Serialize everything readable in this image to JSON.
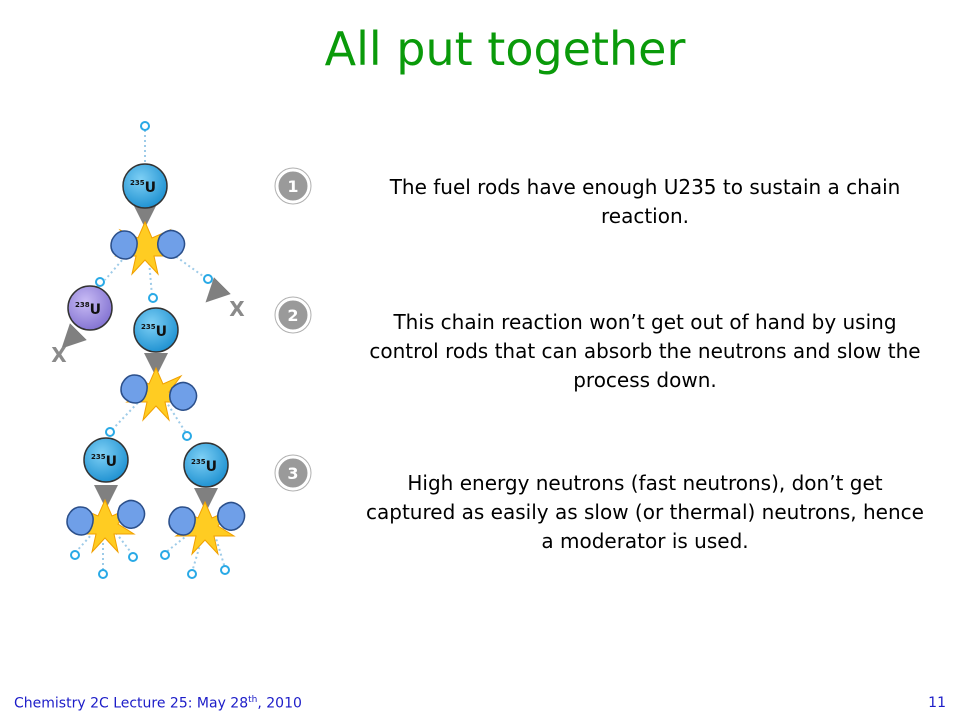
{
  "slide": {
    "title": "All put together",
    "steps": [
      {
        "number": "1",
        "text": "The fuel rods have enough U235 to sustain a chain reaction."
      },
      {
        "number": "2",
        "text": "This chain reaction won’t get out of hand by using control rods that can absorb the neutrons and slow the process down."
      },
      {
        "number": "3",
        "text": "High energy neutrons (fast neutrons), don’t get captured as easily as slow (or thermal) neutrons, hence a moderator is used."
      }
    ],
    "footer": {
      "course": "Chemistry 2C Lecture 25: May 28",
      "date_suffix": "th",
      "year": ", 2010",
      "page": "11"
    }
  },
  "diagram": {
    "nuclei": [
      {
        "mass": "235",
        "symbol": "U",
        "color": "#29a9e6"
      },
      {
        "mass": "238",
        "symbol": "U",
        "color": "#9b87e0"
      },
      {
        "mass": "235",
        "symbol": "U",
        "color": "#29a9e6"
      },
      {
        "mass": "235",
        "symbol": "U",
        "color": "#29a9e6"
      },
      {
        "mass": "235",
        "symbol": "U",
        "color": "#29a9e6"
      }
    ],
    "blocked_marks": [
      "X",
      "X"
    ],
    "colors": {
      "neutron": "#29a9e6",
      "fragment": "#6f9fe8",
      "flash": "#ffcc22",
      "arrow": "#808080",
      "badge": "#8a8a8a"
    }
  }
}
